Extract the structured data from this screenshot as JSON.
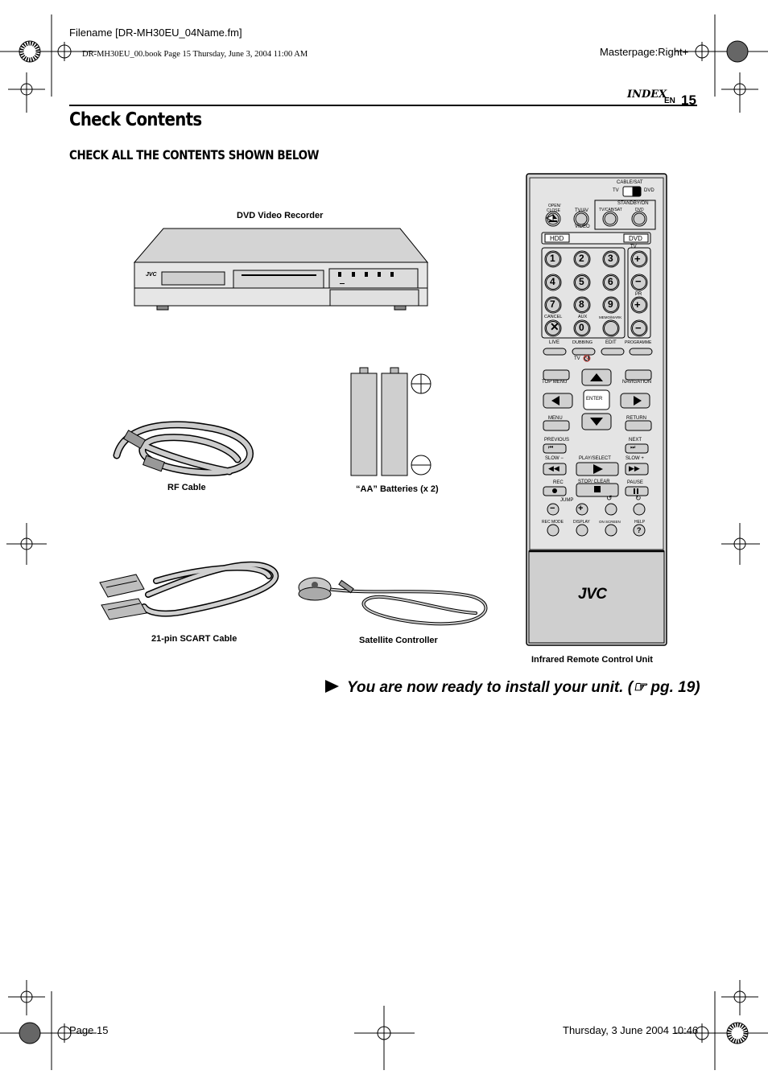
{
  "print_header": {
    "filename": "Filename [DR-MH30EU_04Name.fm]",
    "book_line": "DR-MH30EU_00.book  Page 15  Thursday, June 3, 2004  11:00 AM",
    "masterpage": "Masterpage:Right+"
  },
  "running_header": {
    "index": "INDEX",
    "lang": "EN",
    "page_number": "15"
  },
  "page_title": "Check Contents",
  "section_title": "CHECK ALL THE CONTENTS SHOWN BELOW",
  "items": {
    "recorder": "DVD Video Recorder",
    "rf_cable": "RF Cable",
    "batteries": "“AA” Batteries (x 2)",
    "scart": "21-pin SCART Cable",
    "satellite": "Satellite Controller",
    "remote": "Infrared Remote Control Unit"
  },
  "recorder_brand": "JVC",
  "remote": {
    "brand": "JVC",
    "cable_sat": "CABLE/SAT",
    "tv": "TV",
    "dvd": "DVD",
    "standby": "STANDBY/ON",
    "tvcabsat": "TV/CAB/SAT",
    "open_close_1": "OPEN/",
    "open_close_2": "CLOSE",
    "tvav": "TV/AV",
    "video": "VIDEO",
    "hdd": "HDD",
    "digits": [
      "1",
      "2",
      "3",
      "4",
      "5",
      "6",
      "7",
      "8",
      "9",
      "0"
    ],
    "pr": "PR",
    "cancel": "CANCEL",
    "aux": "AUX",
    "memomark": "MEMO/MARK",
    "live": "LIVE",
    "dubbing": "DUBBING",
    "edit": "EDIT",
    "programme": "PROGRAMME",
    "top_menu": "TOP MENU",
    "navigation": "NAVIGATION",
    "enter": "ENTER",
    "menu": "MENU",
    "return": "RETURN",
    "previous": "PREVIOUS",
    "next": "NEXT",
    "slow_minus": "SLOW −",
    "play_select": "PLAY/SELECT",
    "slow_plus": "SLOW  +",
    "rec": "REC",
    "stop_clear": "STOP/ CLEAR",
    "pause": "PAUSE",
    "jump": "JUMP",
    "rec_mode": "REC MODE",
    "display": "DISPLAY",
    "on_screen": "ON SCREEN",
    "help": "HELP"
  },
  "ready_text": "You are now ready to install your unit. (☞ pg. 19)",
  "print_footer": {
    "page": "Page 15",
    "date": "Thursday, 3 June 2004  10:46"
  }
}
